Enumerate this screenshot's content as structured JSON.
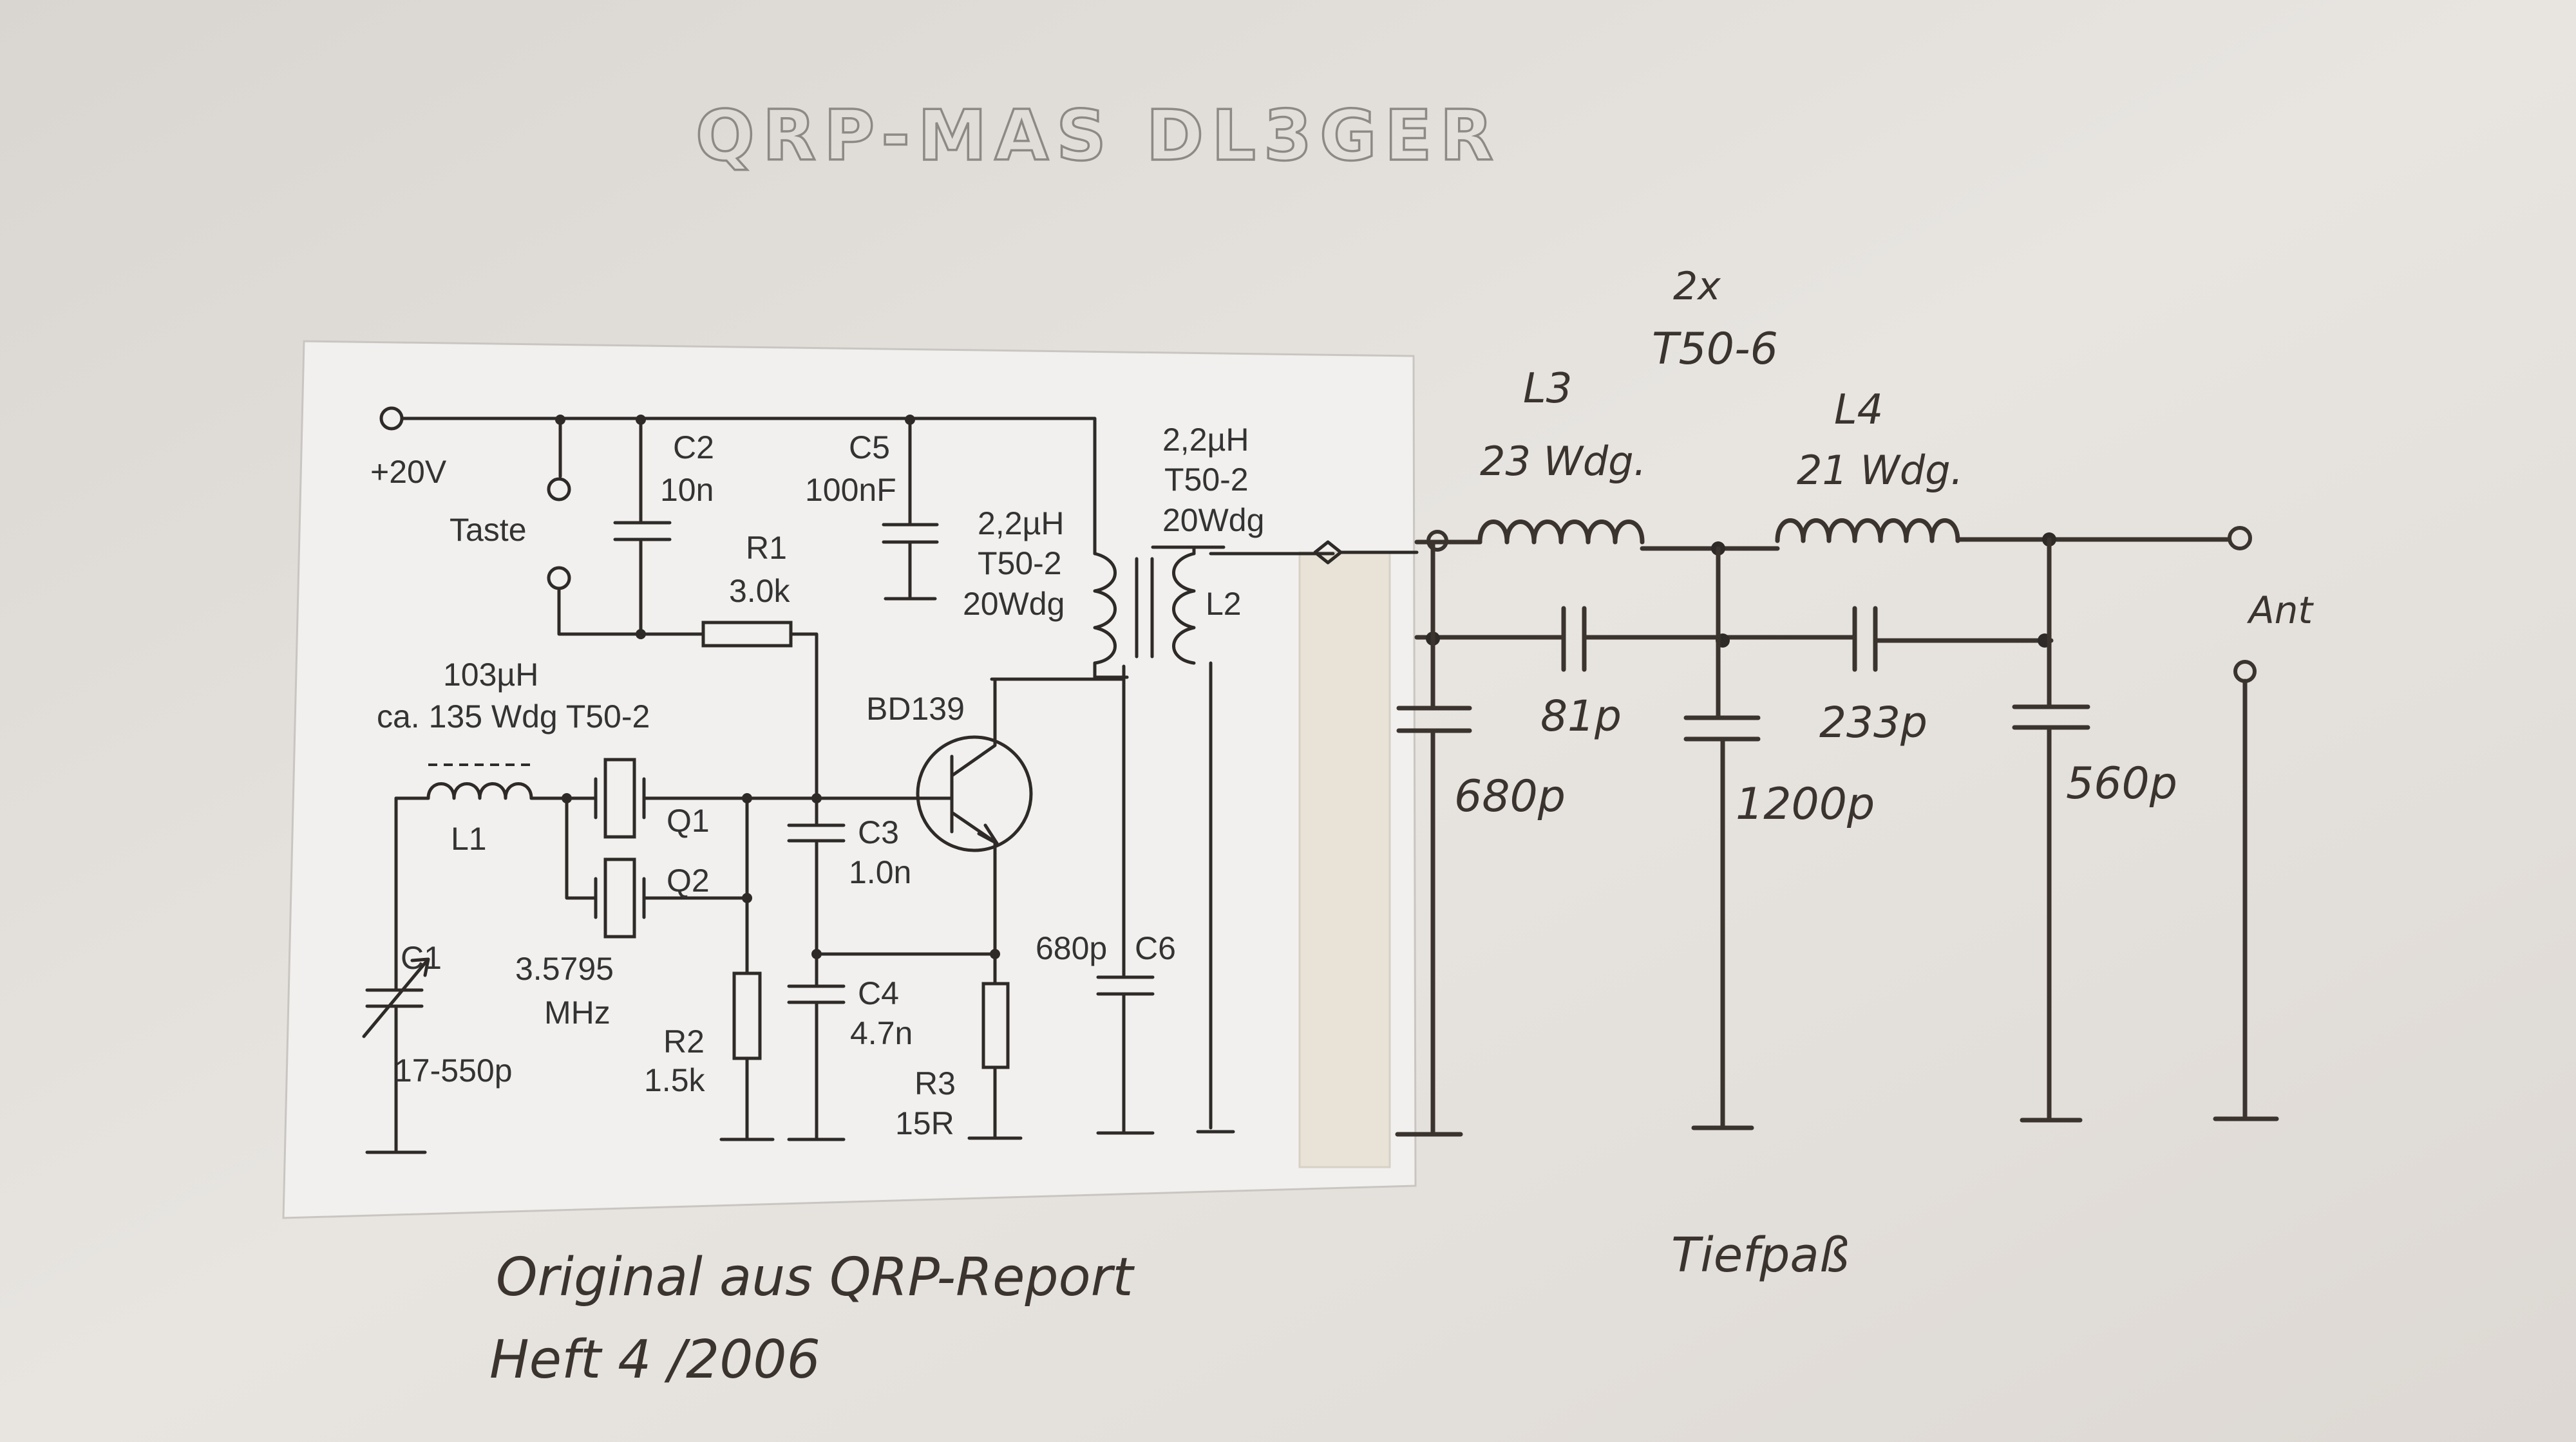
{
  "title": "QRP-MAS DL3GER",
  "footer_note": {
    "line1": "Original aus QRP-Report",
    "line2": "Heft 4 /2006"
  },
  "lowpass_label": "Tiefpaß",
  "lowpass": {
    "core_note_count": "2x",
    "core_note_type": "T50-6",
    "l3_name": "L3",
    "l3_turns": "23 Wdg.",
    "l4_name": "L4",
    "l4_turns": "21 Wdg.",
    "c_series_1": "81p",
    "c_series_2": "233p",
    "c_shunt_1": "680p",
    "c_shunt_2": "1200p",
    "c_shunt_3": "560p",
    "antenna_label": "Ant"
  },
  "schematic": {
    "supply": "+20V",
    "key_label": "Taste",
    "c2": {
      "name": "C2",
      "value": "10n"
    },
    "c5": {
      "name": "C5",
      "value": "100nF"
    },
    "r1": {
      "name": "R1",
      "value": "3.0k"
    },
    "l1": {
      "name": "L1",
      "inductance": "103µH",
      "winding": "ca. 135 Wdg T50-2"
    },
    "choke_left": {
      "inductance": "2,2µH",
      "core": "T50-2",
      "turns": "20Wdg"
    },
    "choke_right": {
      "inductance": "2,2µH",
      "core": "T50-2",
      "turns": "20Wdg"
    },
    "l2": "L2",
    "transistor": "BD139",
    "q1": "Q1",
    "q2": "Q2",
    "crystal": {
      "freq": "3.5795",
      "unit": "MHz"
    },
    "c1": {
      "name": "C1",
      "value": "17-550p"
    },
    "c3": {
      "name": "C3",
      "value": "1.0n"
    },
    "c4": {
      "name": "C4",
      "value": "4.7n"
    },
    "c6": {
      "name": "C6",
      "value": "680p"
    },
    "r2": {
      "name": "R2",
      "value": "1.5k"
    },
    "r3": {
      "name": "R3",
      "value": "15R"
    }
  },
  "colors": {
    "paper": "#e6e3df",
    "printed_paper": "#f1f0ee",
    "ink": "#2e2a27",
    "pencil": "#8d8a86"
  }
}
